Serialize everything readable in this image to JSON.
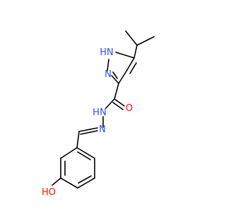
{
  "colors": {
    "background": "#ffffff",
    "bond": "#000000",
    "nitrogen": "#3050F8",
    "oxygen": "#FF0D0D"
  },
  "atoms": {
    "nh": "HN",
    "n_ring": "N",
    "o_carbonyl": "O",
    "n_amide": "N",
    "h_amide": "H",
    "n_imine": "N",
    "ho": "HO"
  }
}
